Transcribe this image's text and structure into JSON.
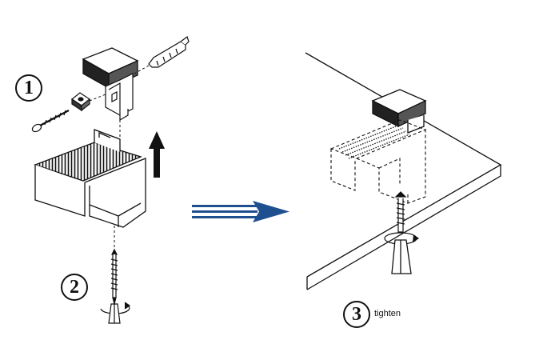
{
  "steps": [
    {
      "number": "1"
    },
    {
      "number": "2"
    },
    {
      "number": "3",
      "label": "tighten"
    }
  ],
  "colors": {
    "arrow": "#1e4f8f",
    "line": "#111111",
    "background": "#ffffff"
  },
  "icons": [
    "wall-plug-icon",
    "screw-icon",
    "washer-icon",
    "up-arrow-icon",
    "rotate-icon",
    "screwdriver-icon",
    "transition-arrow-icon"
  ]
}
